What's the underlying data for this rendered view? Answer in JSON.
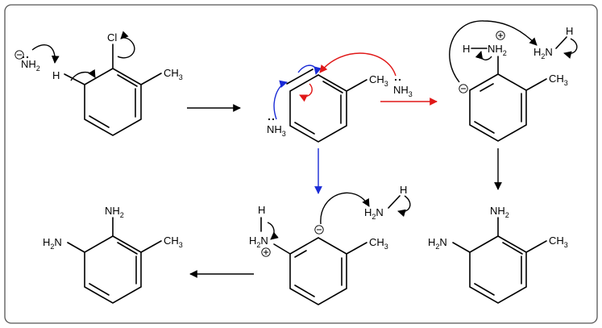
{
  "colors": {
    "black": "#000000",
    "blue": "#1a2bd6",
    "red": "#e01818",
    "border": "#555555"
  },
  "labels": {
    "nh2": "NH",
    "nh3": "NH",
    "h2n": "H",
    "h": "H",
    "cl": "Cl",
    "ch3": "CH",
    "n": "N",
    "two": "2",
    "three": "3",
    "minus": "−",
    "plus": "+"
  },
  "molecules": [
    "2-chlorotoluene + amide",
    "aryne + ammonia",
    "anilinium carbanion (red path)",
    "anilinium carbanion (blue path)",
    "3-methylaniline isomer product",
    "2-methylaniline isomer product"
  ]
}
